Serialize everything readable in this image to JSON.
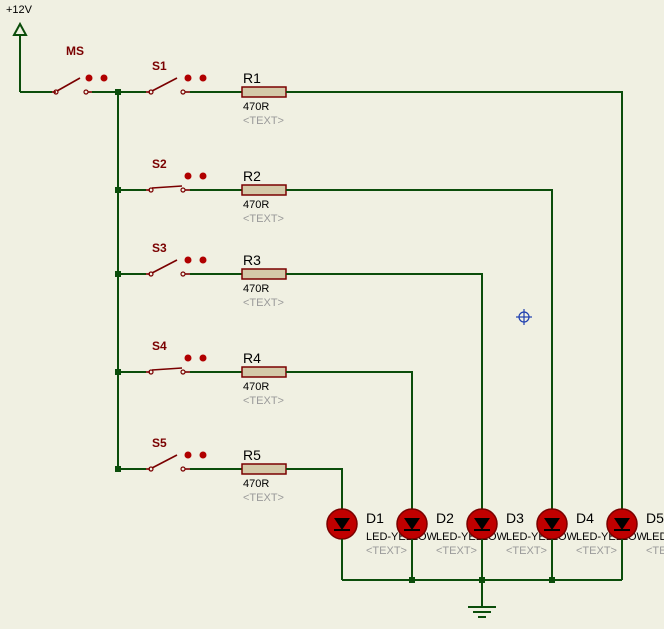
{
  "power": {
    "label": "+12V"
  },
  "master_switch": {
    "label": "MS"
  },
  "switches": [
    {
      "label": "S1"
    },
    {
      "label": "S2"
    },
    {
      "label": "S3"
    },
    {
      "label": "S4"
    },
    {
      "label": "S5"
    }
  ],
  "resistors": [
    {
      "name": "R1",
      "value": "470R",
      "text": "<TEXT>"
    },
    {
      "name": "R2",
      "value": "470R",
      "text": "<TEXT>"
    },
    {
      "name": "R3",
      "value": "470R",
      "text": "<TEXT>"
    },
    {
      "name": "R4",
      "value": "470R",
      "text": "<TEXT>"
    },
    {
      "name": "R5",
      "value": "470R",
      "text": "<TEXT>"
    }
  ],
  "leds": [
    {
      "name": "D1",
      "type": "LED-YELLOW",
      "text": "<TEXT>"
    },
    {
      "name": "D2",
      "type": "LED-YELLOW",
      "text": "<TEXT>"
    },
    {
      "name": "D3",
      "type": "LED-YELLOW",
      "text": "<TEXT>"
    },
    {
      "name": "D4",
      "type": "LED-YELLOW",
      "text": "<TEXT>"
    },
    {
      "name": "D5",
      "type": "LED-YELLOW",
      "text": "<TEXT>"
    }
  ],
  "colors": {
    "background": "#f0f0e2",
    "wire": "#0b4d0b",
    "component": "#7a0000",
    "led_fill": "#c00000",
    "resistor_fill": "#d4c9a8"
  }
}
